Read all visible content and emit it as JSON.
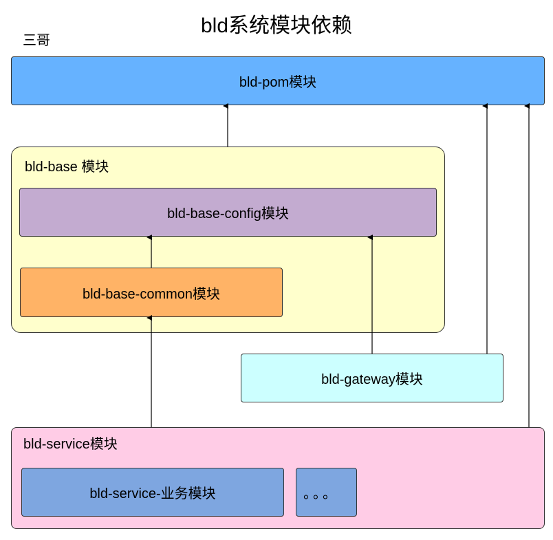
{
  "diagram": {
    "title": "bld系统模块依赖",
    "author": "三哥",
    "pom": {
      "label": "bld-pom模块",
      "color": "#66b2ff"
    },
    "base": {
      "label": "bld-base 模块",
      "color": "#ffffcc",
      "config": {
        "label": "bld-base-config模块",
        "color": "#c3abd0"
      },
      "common": {
        "label": "bld-base-common模块",
        "color": "#ffb366"
      }
    },
    "gateway": {
      "label": "bld-gateway模块",
      "color": "#ccffff"
    },
    "service": {
      "label": "bld-service模块",
      "color": "#ffcce6",
      "business": {
        "label": "bld-service-业务模块",
        "color": "#7ea6e0"
      },
      "more": {
        "label": "。。。",
        "color": "#7ea6e0"
      }
    }
  }
}
